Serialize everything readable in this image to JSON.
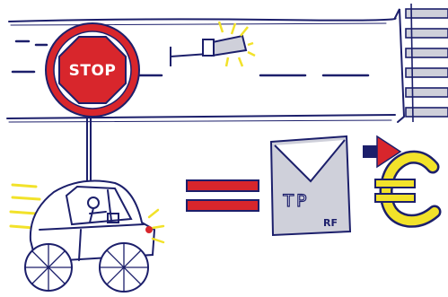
{
  "sign": {
    "text": "STOP"
  },
  "envelope": {
    "letters": "TP",
    "mark": "RF"
  },
  "symbols": {
    "currency": "€"
  },
  "colors": {
    "ink": "#1c1f6b",
    "red": "#d8262c",
    "yellow": "#f2e22a",
    "gray": "#cfd0da"
  }
}
